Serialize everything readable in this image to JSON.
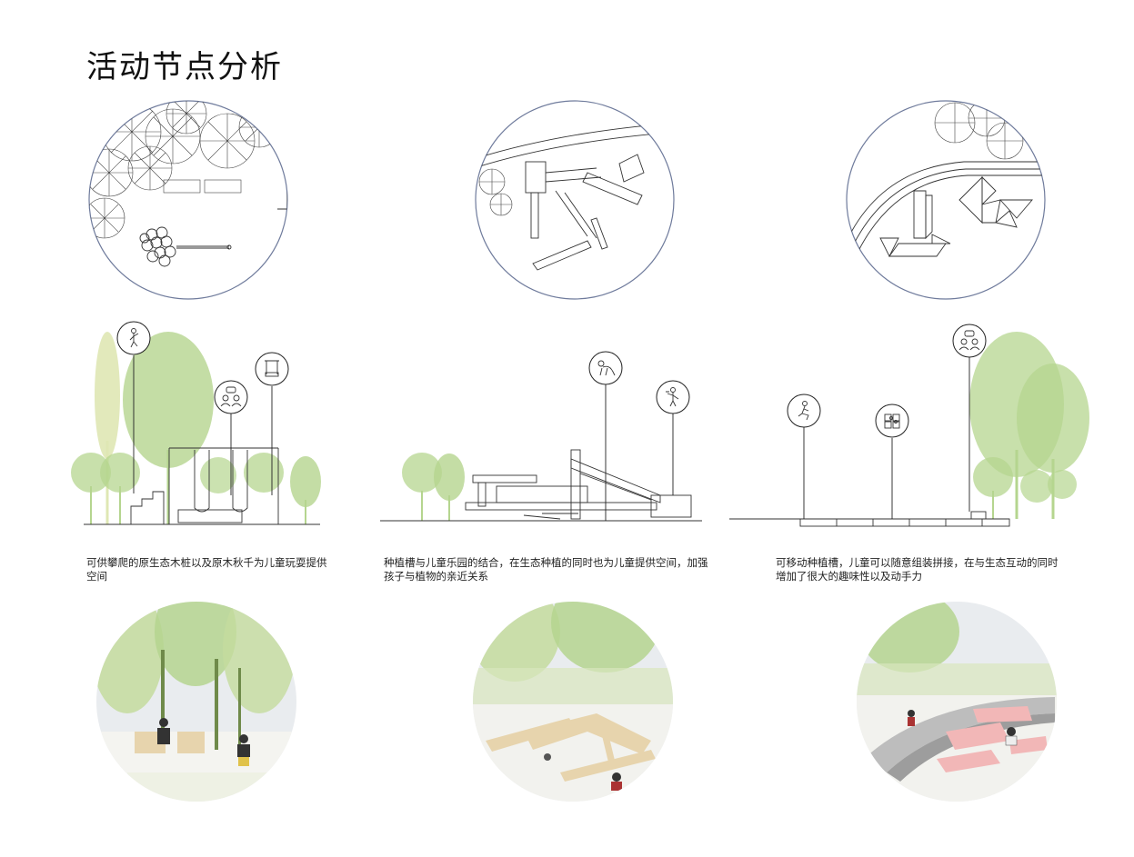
{
  "title": "活动节点分析",
  "panels": [
    {
      "id": "climb-swing",
      "caption": "可供攀爬的原生态木桩以及原木秋千为儿童玩耍提供空间",
      "icons": [
        "climbing-person-icon",
        "children-chat-icon",
        "swing-icon"
      ]
    },
    {
      "id": "planter-playground",
      "caption": "种植槽与儿童乐园的结合，在生态种植的同时也为儿童提供空间，加强孩子与植物的亲近关系",
      "icons": [
        "crawling-child-icon",
        "gardening-child-icon"
      ]
    },
    {
      "id": "movable-planters",
      "caption": "可移动种植槽，儿童可以随意组装拼接，在与生态互动的同时增加了很大的趣味性以及动手力",
      "icons": [
        "sitting-child-icon",
        "puzzle-icon",
        "children-chat-icon"
      ]
    }
  ],
  "colors": {
    "plan_outline": "#6f7b9c",
    "tree_green": "#b5d58f",
    "tree_pale": "#dfe7b4",
    "wood": "#e7d4ad",
    "planter_pink": "#f2b7b7",
    "sky_gray": "#e9ecef"
  }
}
